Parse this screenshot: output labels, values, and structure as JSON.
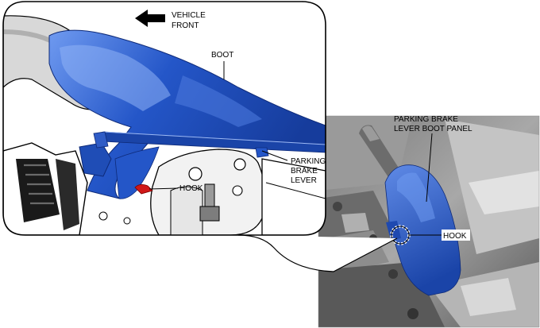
{
  "labels": {
    "vehicle_front": [
      "VEHICLE",
      "FRONT"
    ],
    "boot": "BOOT",
    "parking_brake_lever": [
      "PARKING",
      "BRAKE",
      "LEVER"
    ],
    "hook_detail": "HOOK",
    "panel": [
      "PARKING BRAKE",
      "LEVER BOOT PANEL"
    ],
    "hook_overview": "HOOK"
  },
  "colors": {
    "boot_blue": "#2456c8",
    "boot_highlight": "#6f9af0",
    "hook_red": "#d01818",
    "metal_gray": "#8a8a8a",
    "outline": "#000000"
  },
  "icons": {
    "arrow": "left-arrow-icon"
  }
}
